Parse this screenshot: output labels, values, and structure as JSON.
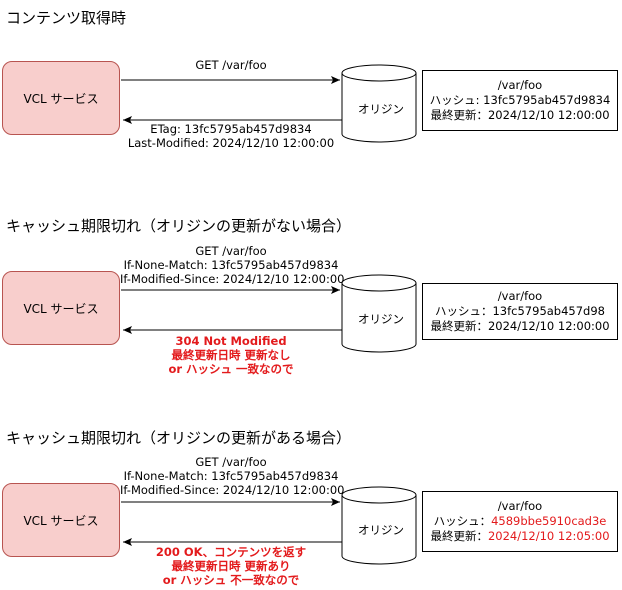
{
  "scenarios": [
    {
      "title": "コンテンツ取得時",
      "service": "VCL サービス",
      "origin": "オリジン",
      "request": [
        "GET /var/foo"
      ],
      "response": [
        "ETag: 13fc5795ab457d9834",
        "Last-Modified: 2024/12/10 12:00:00"
      ],
      "info": {
        "path": "/var/foo",
        "hash": "ハッシュ: 13fc5795ab457d9834",
        "updated": "最終更新：2024/12/10 12:00:00"
      }
    },
    {
      "title": "キャッシュ期限切れ（オリジンの更新がない場合）",
      "service": "VCL サービス",
      "origin": "オリジン",
      "request": [
        "GET /var/foo",
        "If-None-Match: 13fc5795ab457d9834",
        "If-Modified-Since: 2024/12/10 12:00:00"
      ],
      "response": [
        "304 Not Modified",
        "最終更新日時 更新なし",
        "or ハッシュ 一致なので"
      ],
      "info": {
        "path": "/var/foo",
        "hash": "ハッシュ：13fc5795ab457d98",
        "updated": "最終更新：2024/12/10 12:00:00"
      }
    },
    {
      "title": "キャッシュ期限切れ（オリジンの更新がある場合）",
      "service": "VCL サービス",
      "origin": "オリジン",
      "request": [
        "GET /var/foo",
        "If-None-Match: 13fc5795ab457d9834",
        "If-Modified-Since: 2024/12/10 12:00:00"
      ],
      "response": [
        "200 OK、コンテンツを返す",
        "最終更新日時 更新あり",
        "or ハッシュ 不一致なので"
      ],
      "info": {
        "path": "/var/foo",
        "hash_label": "ハッシュ：",
        "hash_value": "4589bbe5910cad3e",
        "updated_label": "最終更新：",
        "updated_value": "2024/12/10 12:05:00"
      }
    }
  ],
  "colors": {
    "service_fill": "#f8cecc",
    "service_stroke": "#b85450",
    "highlight": "#e31a1c"
  }
}
